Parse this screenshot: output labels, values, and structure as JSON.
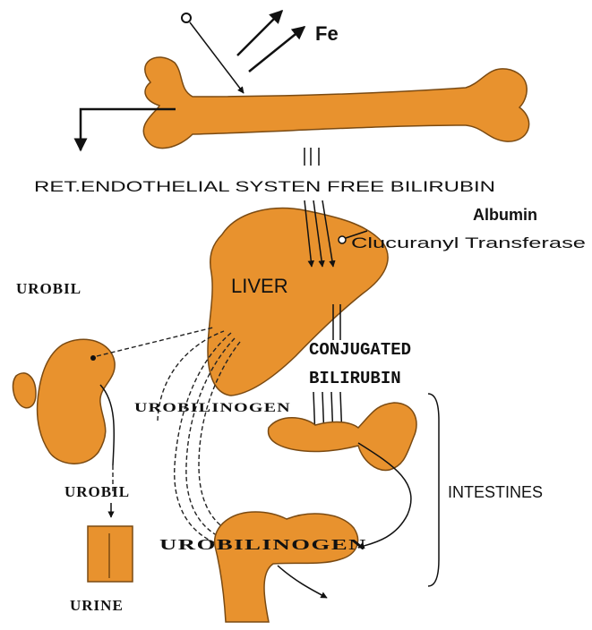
{
  "labels": {
    "fe": "Fe",
    "ret_system": "RET.ENDOTHELIAL SYSTEN FREE BILIRUBIN",
    "albumin": "Albumin",
    "transferase": "Clucuranyl Transferase",
    "urobil_top": "UROBIL",
    "liver": "LIVER",
    "conjugated": "CONJUGATED",
    "bilirubin": "BILIRUBIN",
    "urobilinogen_upper": "UROBILINOGEN",
    "urobil_bottom": "UROBIL",
    "intestines": "INTESTINES",
    "urobilinogen_lower": "UROBILINOGEN",
    "urine": "URINE"
  },
  "colors": {
    "organ": "#e8922e",
    "ink": "#111111"
  }
}
